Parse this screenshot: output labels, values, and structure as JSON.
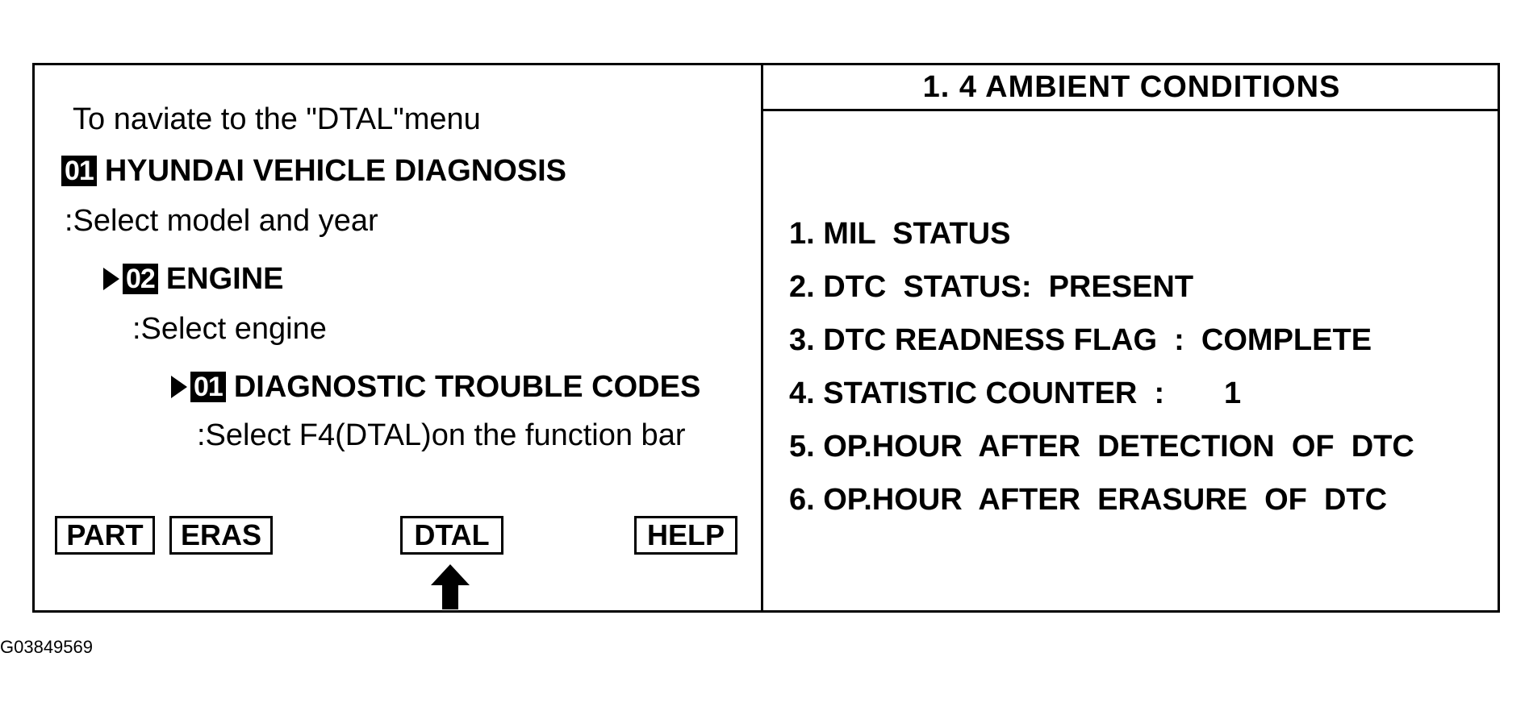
{
  "left_panel": {
    "intro": "To naviate to the \"DTAL\"menu",
    "steps": [
      {
        "number": "01",
        "title": "HYUNDAI VEHICLE DIAGNOSIS",
        "instruction": ":Select model and year"
      },
      {
        "number": "02",
        "title": "ENGINE",
        "instruction": ":Select engine"
      },
      {
        "number": "01",
        "title": "DIAGNOSTIC TROUBLE CODES",
        "instruction": ":Select F4(DTAL)on the function bar"
      }
    ],
    "function_keys": {
      "part": "PART",
      "eras": "ERAS",
      "dtal": "DTAL",
      "help": "HELP"
    }
  },
  "right_panel": {
    "title": "1. 4  AMBIENT   CONDITIONS",
    "items": [
      "1. MIL  STATUS",
      "2. DTC  STATUS:  PRESENT",
      "3. DTC READNESS FLAG  :  COMPLETE",
      "4. STATISTIC COUNTER  :       1",
      "5. OP.HOUR  AFTER  DETECTION  OF  DTC",
      "6. OP.HOUR  AFTER  ERASURE  OF  DTC"
    ]
  },
  "figure_id": "G03849569",
  "icons": {
    "step_marker": "triangle-right-icon",
    "pointer": "arrow-up-icon"
  }
}
